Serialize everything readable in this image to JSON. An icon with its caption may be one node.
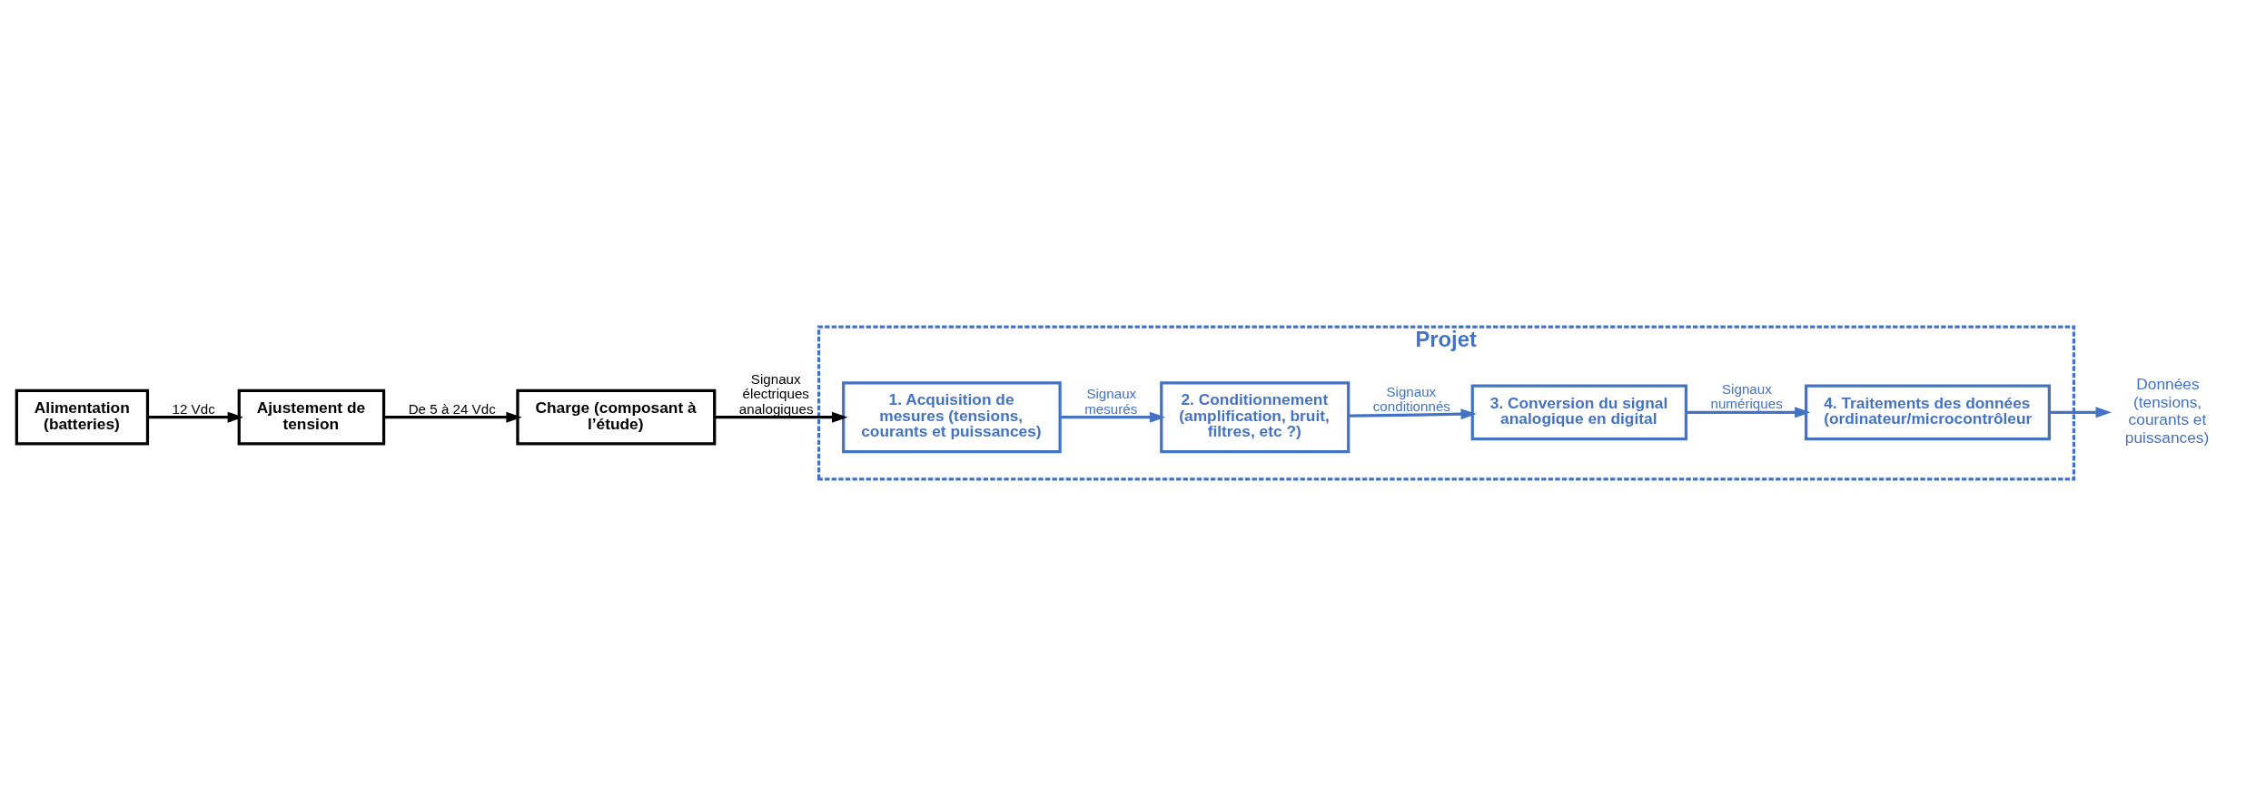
{
  "diagram": {
    "nodes": [
      {
        "text": [
          "Projet"
        ]
      },
      {
        "text": [
          "Charge (composant à l’étude)"
        ]
      },
      {
        "text": [
          "Ajustement de tension"
        ]
      },
      {
        "text": [
          "Alimentation (batteries)"
        ]
      },
      {
        "text": [
          "1. Acquisition de mesures (tensions, courants et puissances)"
        ],
        "in": 0
      },
      {
        "text": [
          "2. Conditionnement (amplification, bruit, filtres, etc ?)"
        ],
        "in": 0
      },
      {
        "text": [
          "3. Conversion du signal analogique en digital"
        ],
        "in": 0
      },
      {
        "text": [
          "4. Traitements des données (ordinateur/microcontrôleur"
        ],
        "in": 0
      },
      {
        "text": [
          "Données (tensions, courants et puissances)"
        ]
      }
    ],
    "edges": [
      {
        "from": 3,
        "to": 2,
        "arrow": "to",
        "label": "12 Vdc",
        "color": "#000000"
      },
      {
        "from": 2,
        "to": 1,
        "arrow": "to",
        "label": "De 5 à 24 Vdc",
        "color": "#000000"
      },
      {
        "from": 1,
        "to": 4,
        "arrow": "to",
        "label": "Signaux électriques analogiques",
        "color": "#000000"
      },
      {
        "from": 4,
        "to": 5,
        "arrow": "to",
        "label": "Signaux mesurés"
      },
      {
        "from": 5,
        "to": 6,
        "arrow": "to",
        "label": "Signaux conditionnés"
      },
      {
        "from": 6,
        "to": 7,
        "arrow": "to",
        "label": "Signaux numériques"
      },
      {
        "from": 7,
        "to": 8,
        "arrow": "to"
      }
    ]
  }
}
